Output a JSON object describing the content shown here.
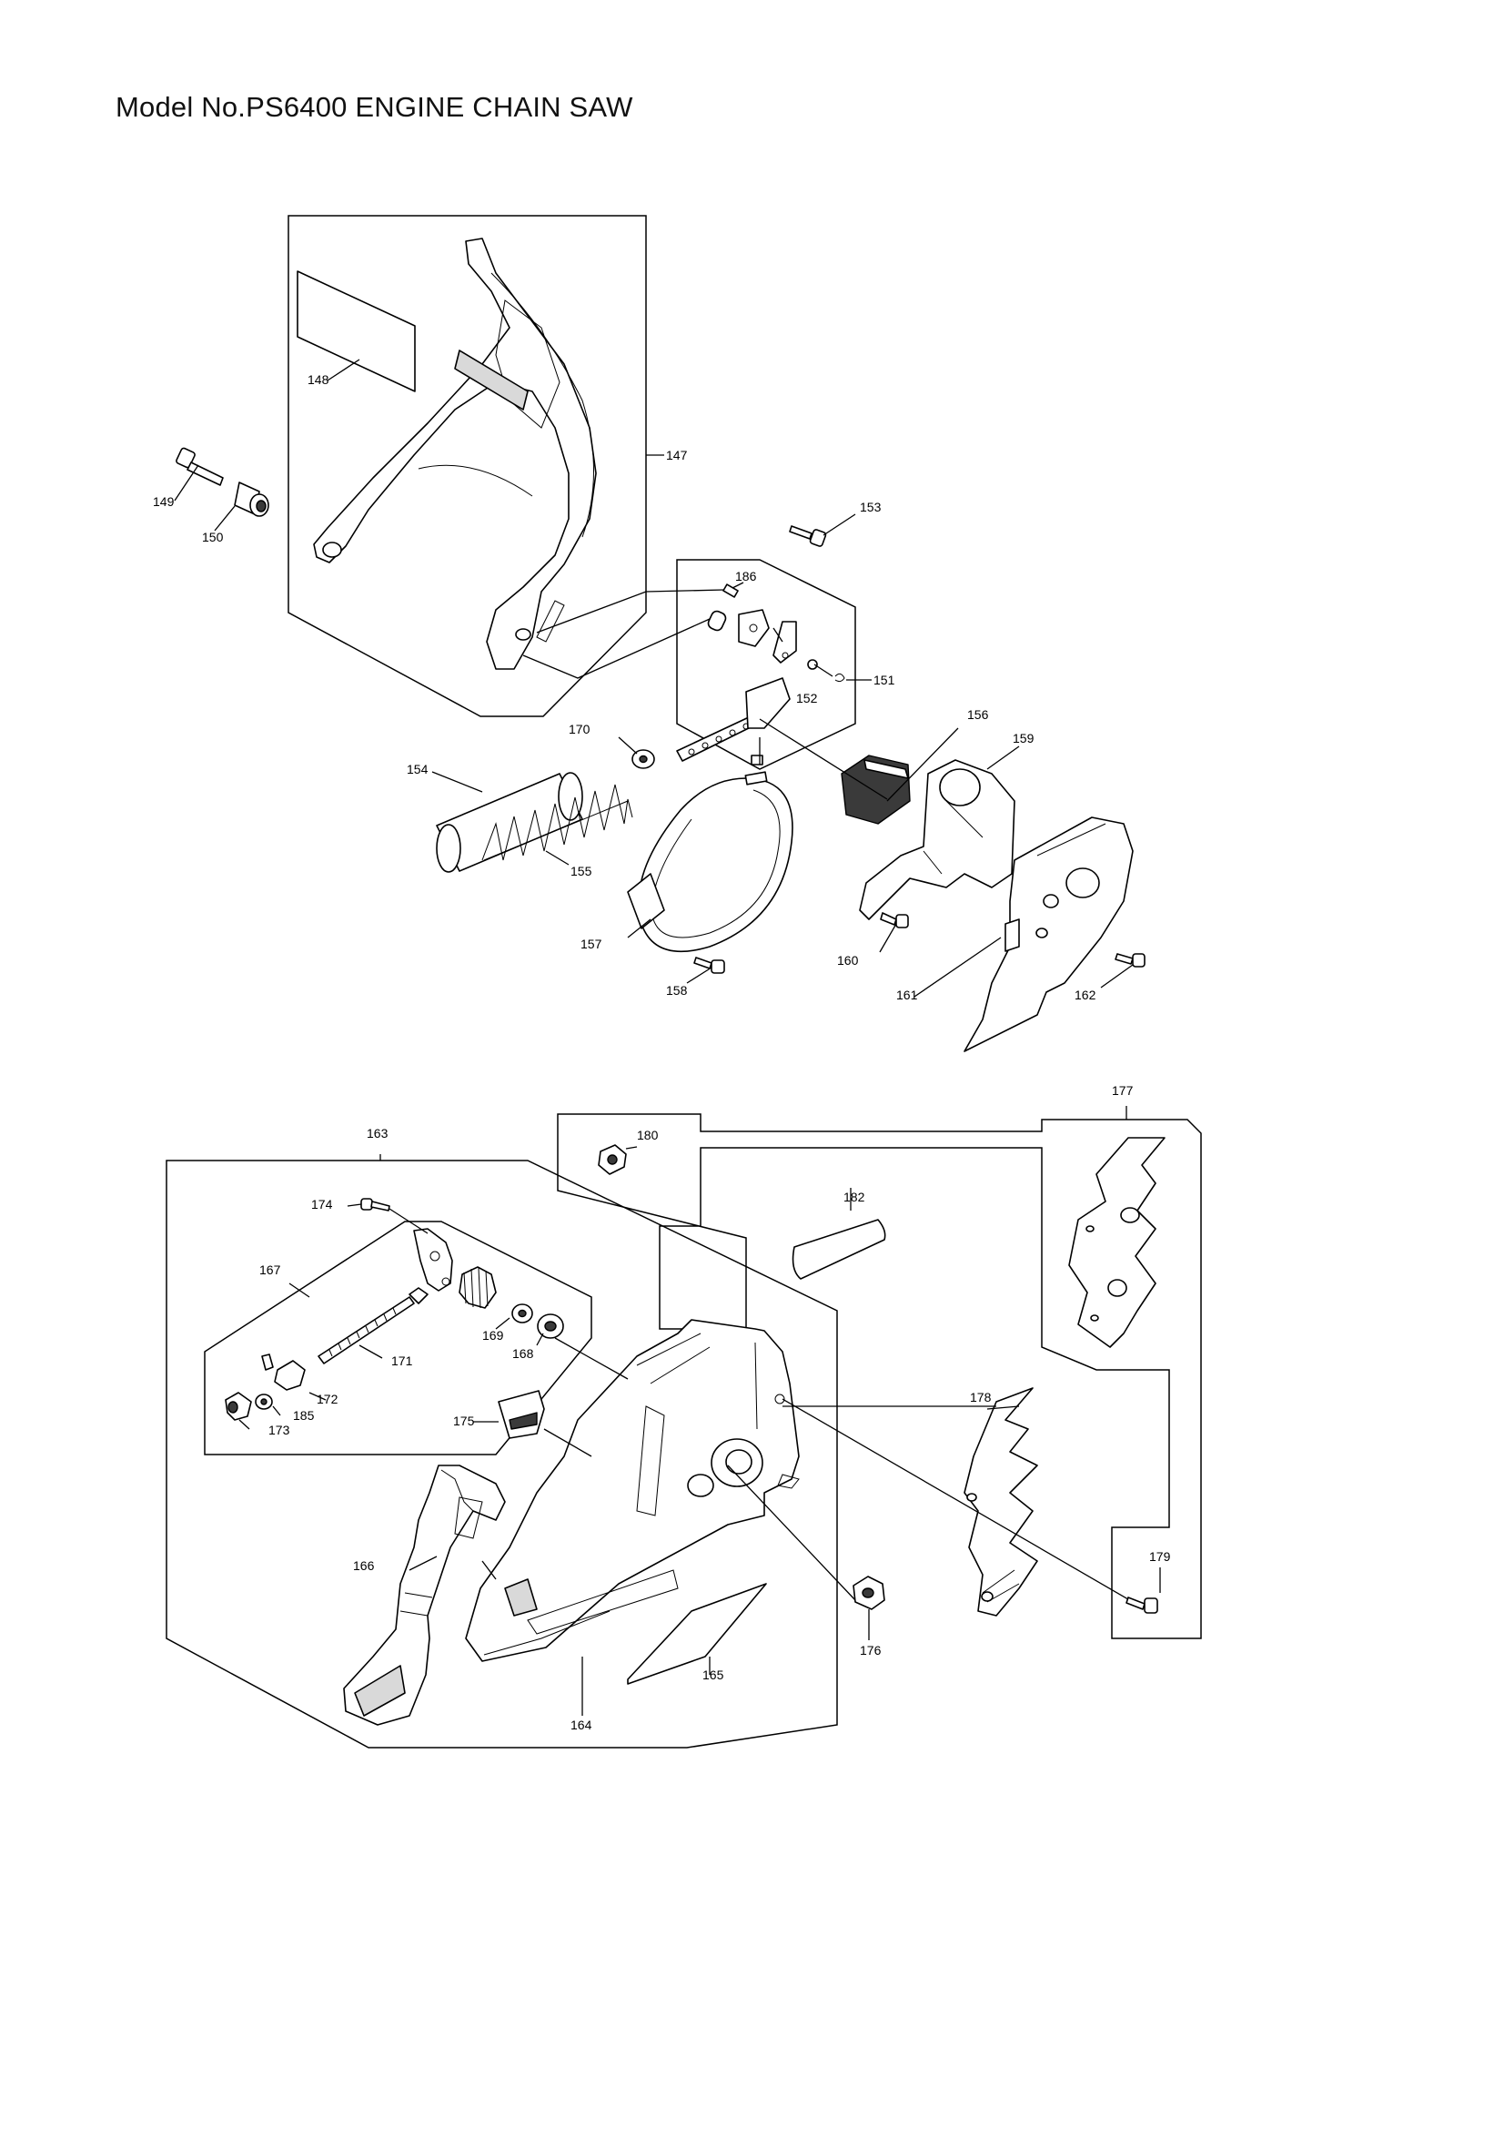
{
  "title": "Model No.PS6400 ENGINE CHAIN SAW",
  "callouts": {
    "p147": "147",
    "p148": "148",
    "p149": "149",
    "p150": "150",
    "p151": "151",
    "p152": "152",
    "p153": "153",
    "p154": "154",
    "p155": "155",
    "p156": "156",
    "p157": "157",
    "p158": "158",
    "p159": "159",
    "p160": "160",
    "p161": "161",
    "p162": "162",
    "p163": "163",
    "p164": "164",
    "p165": "165",
    "p166": "166",
    "p167": "167",
    "p168": "168",
    "p169": "169",
    "p170": "170",
    "p171": "171",
    "p172": "172",
    "p173": "173",
    "p174": "174",
    "p175": "175",
    "p176": "176",
    "p177": "177",
    "p178": "178",
    "p179": "179",
    "p180": "180",
    "p182": "182",
    "p185": "185",
    "p186": "186"
  }
}
